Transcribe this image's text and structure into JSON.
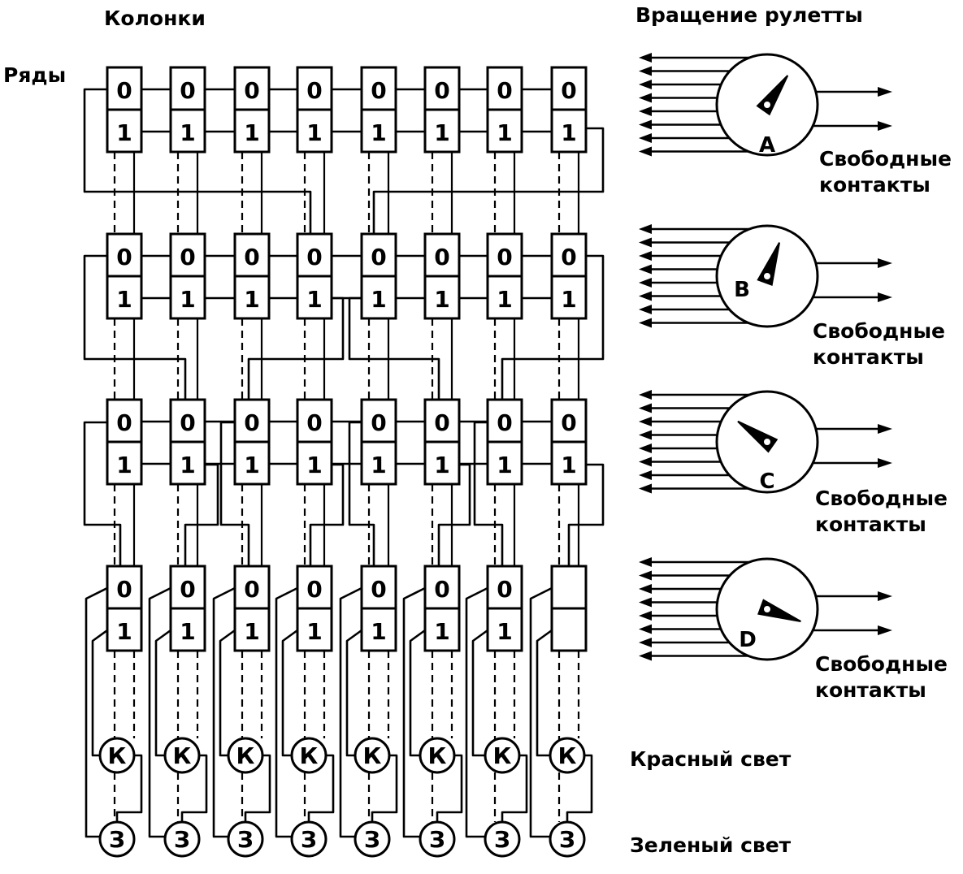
{
  "headers": {
    "columns": "Колонки",
    "rows": "Ряды",
    "roulette": "Вращение рулетты"
  },
  "cell_values": [
    "0",
    "1"
  ],
  "grid": {
    "columns": 8,
    "rows": 4,
    "unlabeled_cells": [
      {
        "row": 4,
        "column": 8
      }
    ]
  },
  "lamps": {
    "red": {
      "symbol": "К",
      "label": "Красный свет"
    },
    "green": {
      "symbol": "З",
      "label": "Зеленый свет"
    }
  },
  "roulettes": [
    {
      "name": "A",
      "free_contacts": [
        "Свободные",
        "контакты"
      ]
    },
    {
      "name": "B",
      "free_contacts": [
        "Свободные",
        "контакты"
      ]
    },
    {
      "name": "C",
      "free_contacts": [
        "Свободные",
        "контакты"
      ]
    },
    {
      "name": "D",
      "free_contacts": [
        "Свободные",
        "контакты"
      ]
    }
  ]
}
